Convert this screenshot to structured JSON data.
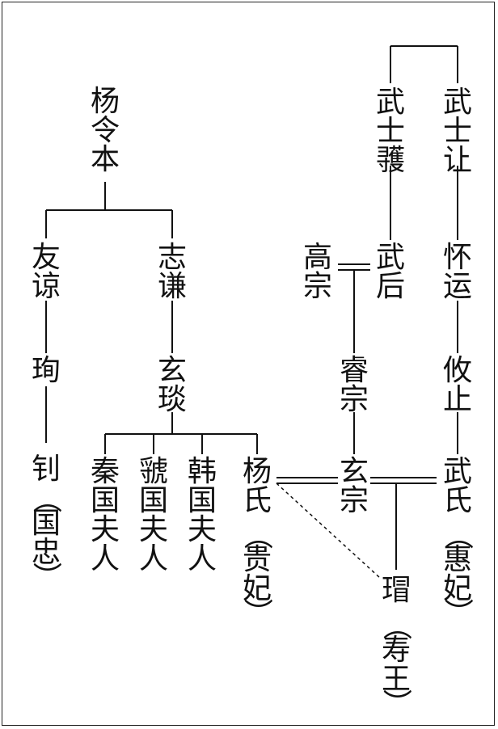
{
  "genealogy": {
    "yang_lingben": "杨令本",
    "youliang": "友谅",
    "xun": "珣",
    "zhao": "钊",
    "zhao_note": "（国忠）",
    "zhiqian": "志谦",
    "xuanyan": "玄琰",
    "qin_guo": "秦国夫人",
    "guo_guo": "虢国夫人",
    "han_guo": "韩国夫人",
    "yang_shi": "杨氏",
    "yang_shi_note": "（贵妃）",
    "wu_shirang": "武士让",
    "huaiyun": "怀运",
    "youzhi": "攸止",
    "wu_shi": "武氏",
    "wu_shi_note": "（惠妃）",
    "wu_shihuo": "武士彟",
    "wu_hou": "武后",
    "gaozong": "高宗",
    "ruizong": "睿宗",
    "xuanzong": "玄宗",
    "mao": "瑁",
    "mao_note": "（寿王）"
  }
}
